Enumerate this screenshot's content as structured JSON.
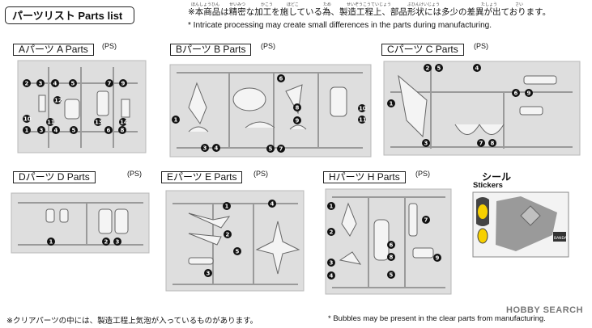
{
  "header": {
    "title": "パーツリスト Parts list",
    "note_jp": "※本商品は精密な加工を施している為、製造工程上、部品形状には多少の差異が出ております。",
    "note_en": "* Intricate processing may create small differences in the parts during manufacturing.",
    "ruby": [
      "ほんしょうひん",
      "せいみつ",
      "かこう",
      "ほどこ",
      "ため",
      "せいぞうこうていじょう",
      "ぶひんけいじょう",
      "たしょう",
      "さい"
    ]
  },
  "runners": [
    {
      "label": "Aパーツ A Parts",
      "ps": "(PS)",
      "numbers": [
        "2",
        "3",
        "4",
        "5",
        "7",
        "9",
        "12",
        "10",
        "11",
        "13",
        "14",
        "1",
        "3",
        "4",
        "5",
        "6",
        "8"
      ]
    },
    {
      "label": "Bパーツ B Parts",
      "ps": "(PS)",
      "numbers": [
        "6",
        "1",
        "8",
        "9",
        "10",
        "11",
        "3",
        "4",
        "5",
        "7"
      ]
    },
    {
      "label": "Cパーツ C Parts",
      "ps": "(PS)",
      "numbers": [
        "2",
        "5",
        "4",
        "1",
        "6",
        "9",
        "3",
        "7",
        "8"
      ]
    },
    {
      "label": "Dパーツ D Parts",
      "ps": "(PS)",
      "numbers": [
        "1",
        "2",
        "3"
      ]
    },
    {
      "label": "Eパーツ E Parts",
      "ps": "(PS)",
      "numbers": [
        "1",
        "4",
        "2",
        "5",
        "3"
      ]
    },
    {
      "label": "Hパーツ H Parts",
      "ps": "(PS)",
      "numbers": [
        "1",
        "2",
        "7",
        "6",
        "8",
        "9",
        "3",
        "4",
        "5"
      ]
    }
  ],
  "stickers": {
    "title": "シール",
    "subtitle": "Stickers",
    "brand": "BANDAI"
  },
  "footer": {
    "note_jp": "※クリアパーツの中には、製造工程上気泡が入っているものがあります。",
    "note_en": "* Bubbles may be present in the clear parts from manufacturing."
  },
  "watermark": "HOBBY SEARCH"
}
